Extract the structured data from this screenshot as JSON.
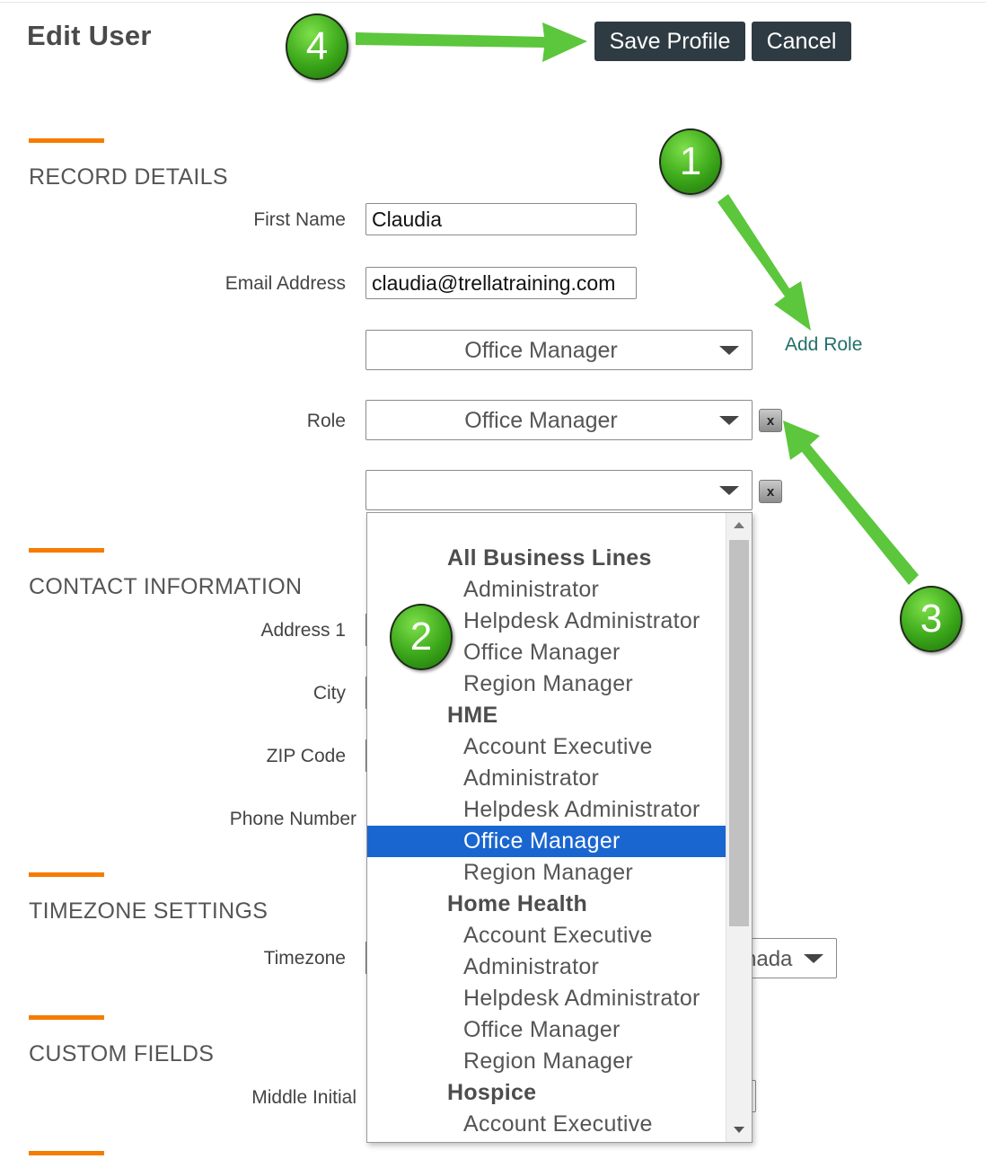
{
  "header": {
    "title": "Edit User",
    "save_label": "Save Profile",
    "cancel_label": "Cancel"
  },
  "sections": {
    "record_details": "RECORD DETAILS",
    "contact_information": "CONTACT INFORMATION",
    "timezone_settings": "TIMEZONE SETTINGS",
    "custom_fields": "CUSTOM FIELDS"
  },
  "record": {
    "first_name_label": "First Name",
    "first_name_value": "Claudia",
    "email_label": "Email Address",
    "email_value": "claudia@trellatraining.com",
    "role_label": "Role",
    "roles": [
      "Office Manager",
      "Office Manager",
      ""
    ],
    "add_role_label": "Add Role",
    "remove_icon_glyph": "x"
  },
  "contact": {
    "address1_label": "Address 1",
    "city_label": "City",
    "zip_label": "ZIP Code",
    "phone_label": "Phone Number"
  },
  "timezone": {
    "label": "Timezone",
    "value_fragment": "nada"
  },
  "custom": {
    "middle_initial_label": "Middle Initial"
  },
  "dropdown": {
    "options": [
      {
        "text": "All Business Lines",
        "kind": "group"
      },
      {
        "text": "Administrator",
        "kind": "item"
      },
      {
        "text": "Helpdesk Administrator",
        "kind": "item"
      },
      {
        "text": "Office Manager",
        "kind": "item"
      },
      {
        "text": "Region Manager",
        "kind": "item"
      },
      {
        "text": "HME",
        "kind": "group"
      },
      {
        "text": "Account Executive",
        "kind": "item"
      },
      {
        "text": "Administrator",
        "kind": "item"
      },
      {
        "text": "Helpdesk Administrator",
        "kind": "item"
      },
      {
        "text": "Office Manager",
        "kind": "item",
        "selected": true
      },
      {
        "text": "Region Manager",
        "kind": "item"
      },
      {
        "text": "Home Health",
        "kind": "group"
      },
      {
        "text": "Account Executive",
        "kind": "item"
      },
      {
        "text": "Administrator",
        "kind": "item"
      },
      {
        "text": "Helpdesk Administrator",
        "kind": "item"
      },
      {
        "text": "Office Manager",
        "kind": "item"
      },
      {
        "text": "Region Manager",
        "kind": "item"
      },
      {
        "text": "Hospice",
        "kind": "group"
      },
      {
        "text": "Account Executive",
        "kind": "item"
      }
    ]
  },
  "callouts": [
    "4",
    "1",
    "2",
    "3"
  ],
  "colors": {
    "accent_bar": "#f57c00",
    "button_bg": "#2f3b42",
    "selected_option": "#1a66d1",
    "link": "#23706a",
    "callout_green": "#3aa619",
    "arrow_green": "#5cc63c"
  },
  "icons": [
    "remove-role-icon",
    "dropdown-caret-icon",
    "scroll-up-icon",
    "scroll-down-icon"
  ]
}
